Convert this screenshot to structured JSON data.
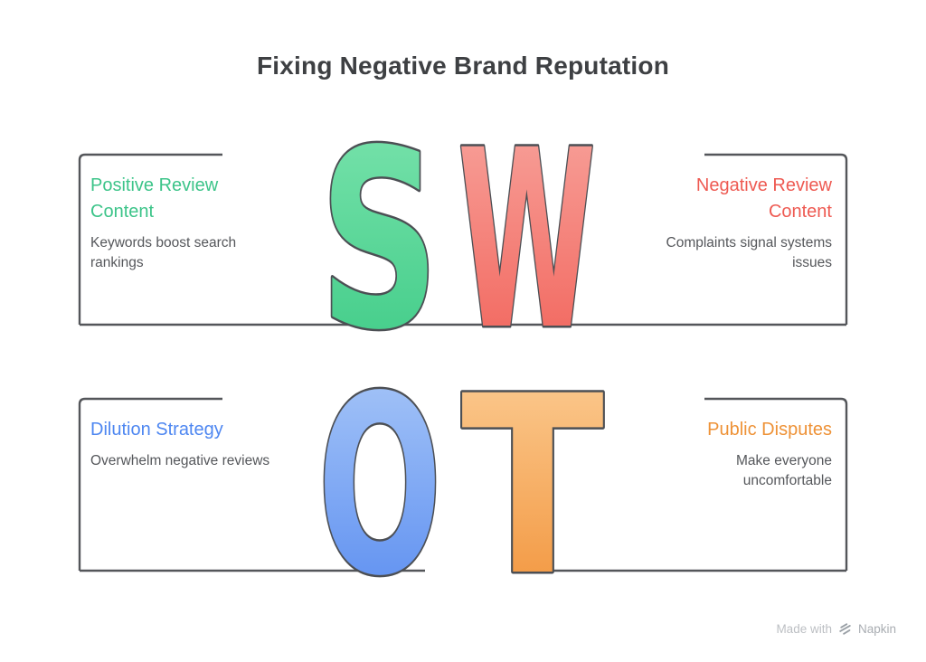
{
  "title": "Fixing Negative Brand Reputation",
  "quadrants": [
    {
      "key": "strengths",
      "letter": "S",
      "heading": "Positive Review Content",
      "body": "Keywords boost search rankings",
      "accent": "#3cc489",
      "gradient_top": "#7ce4ae",
      "gradient_bottom": "#3cca85"
    },
    {
      "key": "weaknesses",
      "letter": "W",
      "heading": "Negative Review Content",
      "body": "Complaints signal systems issues",
      "accent": "#ee5a52",
      "gradient_top": "#f8a69f",
      "gradient_bottom": "#f15f56"
    },
    {
      "key": "opportunities",
      "letter": "O",
      "heading": "Dilution Strategy",
      "body": "Overwhelm negative reviews",
      "accent": "#4e87f1",
      "gradient_top": "#accaf8",
      "gradient_bottom": "#5589f0"
    },
    {
      "key": "threats",
      "letter": "T",
      "heading": "Public Disputes",
      "body": "Make everyone uncomfortable",
      "accent": "#ee9237",
      "gradient_top": "#fccf98",
      "gradient_bottom": "#f19035"
    }
  ],
  "colors": {
    "letter_outline": "#4c4f54",
    "frame_line": "#54565a",
    "title_text": "#3e4043",
    "body_text": "#55575b"
  },
  "watermark": {
    "prefix": "Made with",
    "brand": "Napkin"
  }
}
